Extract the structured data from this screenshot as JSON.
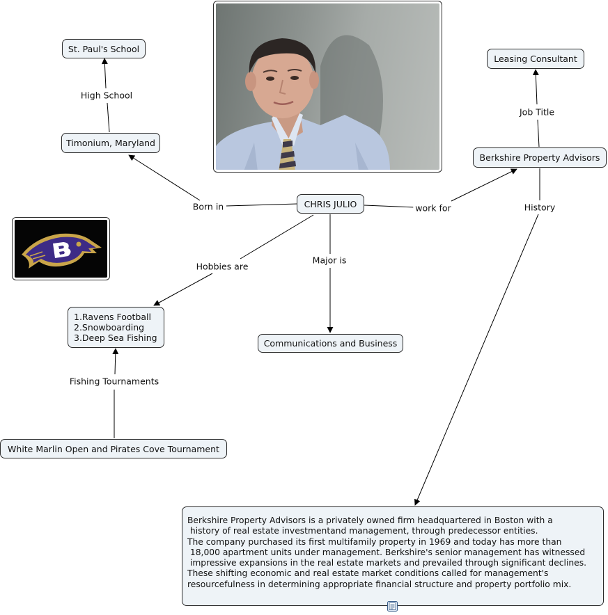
{
  "nodes": {
    "center": "CHRIS JULIO",
    "st_pauls": "St. Paul's School",
    "timonium": "Timonium, Maryland",
    "leasing": "Leasing Consultant",
    "berkshire": "Berkshire Property Advisors",
    "hobbies": [
      "1.Ravens Football",
      "2.Snowboarding",
      "3.Deep Sea Fishing"
    ],
    "major": "Communications and Business",
    "white_marlin": "White Marlin Open and Pirates Cove Tournament"
  },
  "links": {
    "born_in": "Born in",
    "high_school": "High School",
    "work_for": "work for",
    "job_title": "Job Title",
    "history": "History",
    "hobbies_are": "Hobbies are",
    "major_is": "Major is",
    "fishing_tournaments": "Fishing Tournaments"
  },
  "description": "Berkshire Property Advisors is a privately owned firm headquartered in Boston with a\n history of real estate investmentand management, through predecessor entities.\nThe company purchased its first multifamily property in 1969 and today has more than\n 18,000 apartment units under management. Berkshire's senior management has witnessed\n impressive expansions in the real estate markets and prevailed through significant declines.\nThese shifting economic and real estate market conditions called for management's\nresourcefulness in determining appropriate financial structure and property portfolio mix.",
  "icons": {
    "photo": "portrait-photo",
    "logo": "ravens-logo",
    "resource": "document-icon"
  },
  "colors": {
    "node_fill": "#eef3f7",
    "node_border": "#2b2b2b",
    "line": "#000000",
    "logo_purple": "#3d2b86",
    "logo_gold": "#c9a54a"
  }
}
